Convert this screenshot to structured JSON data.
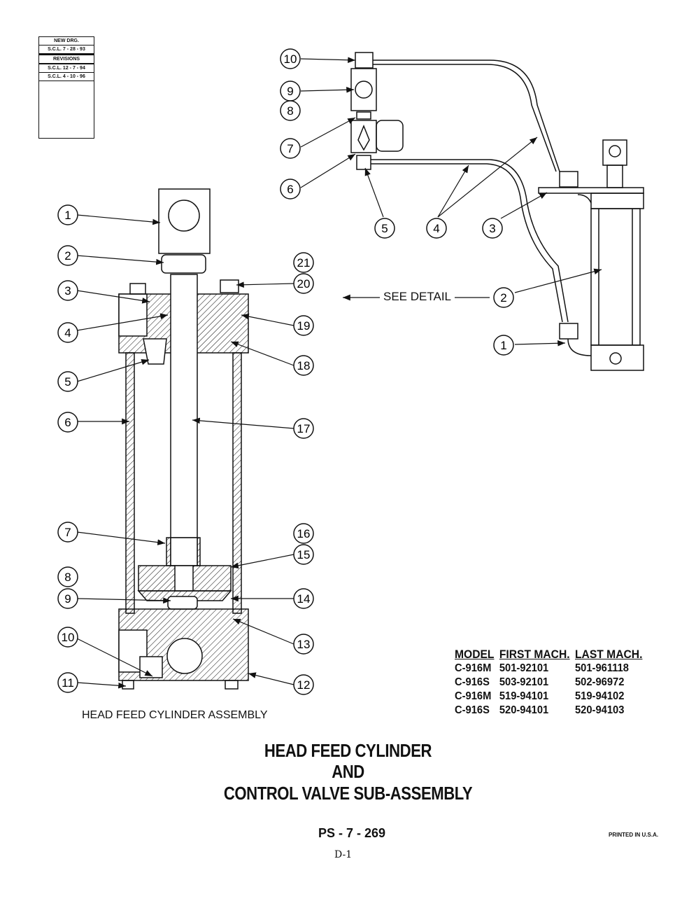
{
  "revision_block": {
    "new_drawing": "NEW DRG.",
    "new_drawing_date": "S.C.L. 7 - 28 - 93",
    "revisions_label": "REVISIONS",
    "revisions": [
      "S.C.L. 12 - 7 - 94",
      "S.C.L. 4 - 10 - 96"
    ]
  },
  "callouts_left": [
    "1",
    "2",
    "3",
    "4",
    "5",
    "6",
    "7",
    "8",
    "9",
    "10",
    "11"
  ],
  "callouts_right": [
    "21",
    "20",
    "19",
    "18",
    "17",
    "16",
    "15",
    "14",
    "13",
    "12"
  ],
  "callouts_detail": [
    "10",
    "9",
    "8",
    "7",
    "6",
    "5",
    "4",
    "3",
    "2",
    "1"
  ],
  "see_detail": "SEE DETAIL",
  "caption": "HEAD FEED CYLINDER ASSEMBLY",
  "title_lines": [
    "HEAD FEED CYLINDER",
    "AND",
    "CONTROL VALVE SUB-ASSEMBLY"
  ],
  "model_table": {
    "headers": [
      "MODEL",
      "FIRST MACH.",
      "LAST MACH."
    ],
    "rows": [
      [
        "C-916M",
        "501-92101",
        "501-961118"
      ],
      [
        "C-916S",
        "503-92101",
        "502-96972"
      ],
      [
        "C-916M",
        "519-94101",
        "519-94102"
      ],
      [
        "C-916S",
        "520-94101",
        "520-94103"
      ]
    ]
  },
  "page_code": "PS - 7 - 269",
  "printed": "PRINTED IN U.S.A.",
  "sheet": "D-1"
}
